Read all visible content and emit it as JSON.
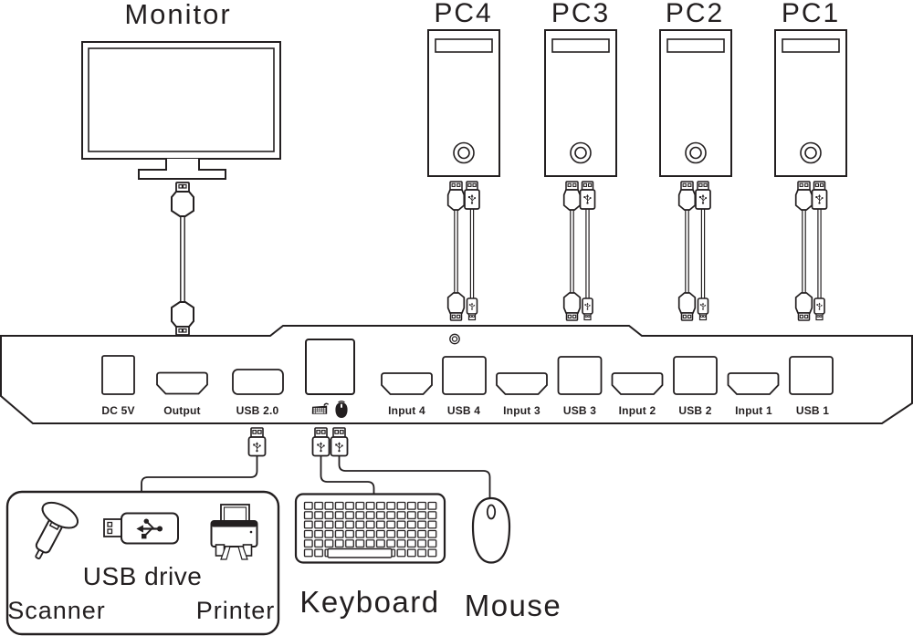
{
  "colors": {
    "line": "#231f20",
    "background": "#ffffff"
  },
  "devices": {
    "monitor": {
      "label": "Monitor"
    },
    "pcs": [
      {
        "label": "PC4"
      },
      {
        "label": "PC3"
      },
      {
        "label": "PC2"
      },
      {
        "label": "PC1"
      }
    ],
    "keyboard": {
      "label": "Keyboard"
    },
    "mouse": {
      "label": "Mouse"
    },
    "peripheral_box": {
      "scanner": {
        "label": "Scanner",
        "icon": "barcode-scanner-icon"
      },
      "usb_drive": {
        "label": "USB drive",
        "icon": "usb-flash-drive-icon"
      },
      "printer": {
        "label": "Printer",
        "icon": "printer-icon"
      }
    }
  },
  "kvm": {
    "ports": {
      "dc": "DC 5V",
      "output": "Output",
      "usb20": "USB 2.0",
      "input4": "Input 4",
      "usb4": "USB 4",
      "input3": "Input 3",
      "usb3": "USB 3",
      "input2": "Input 2",
      "usb2": "USB 2",
      "input1": "Input 1",
      "usb1": "USB 1"
    },
    "console_icons": [
      "keyboard-icon",
      "mouse-icon"
    ]
  }
}
